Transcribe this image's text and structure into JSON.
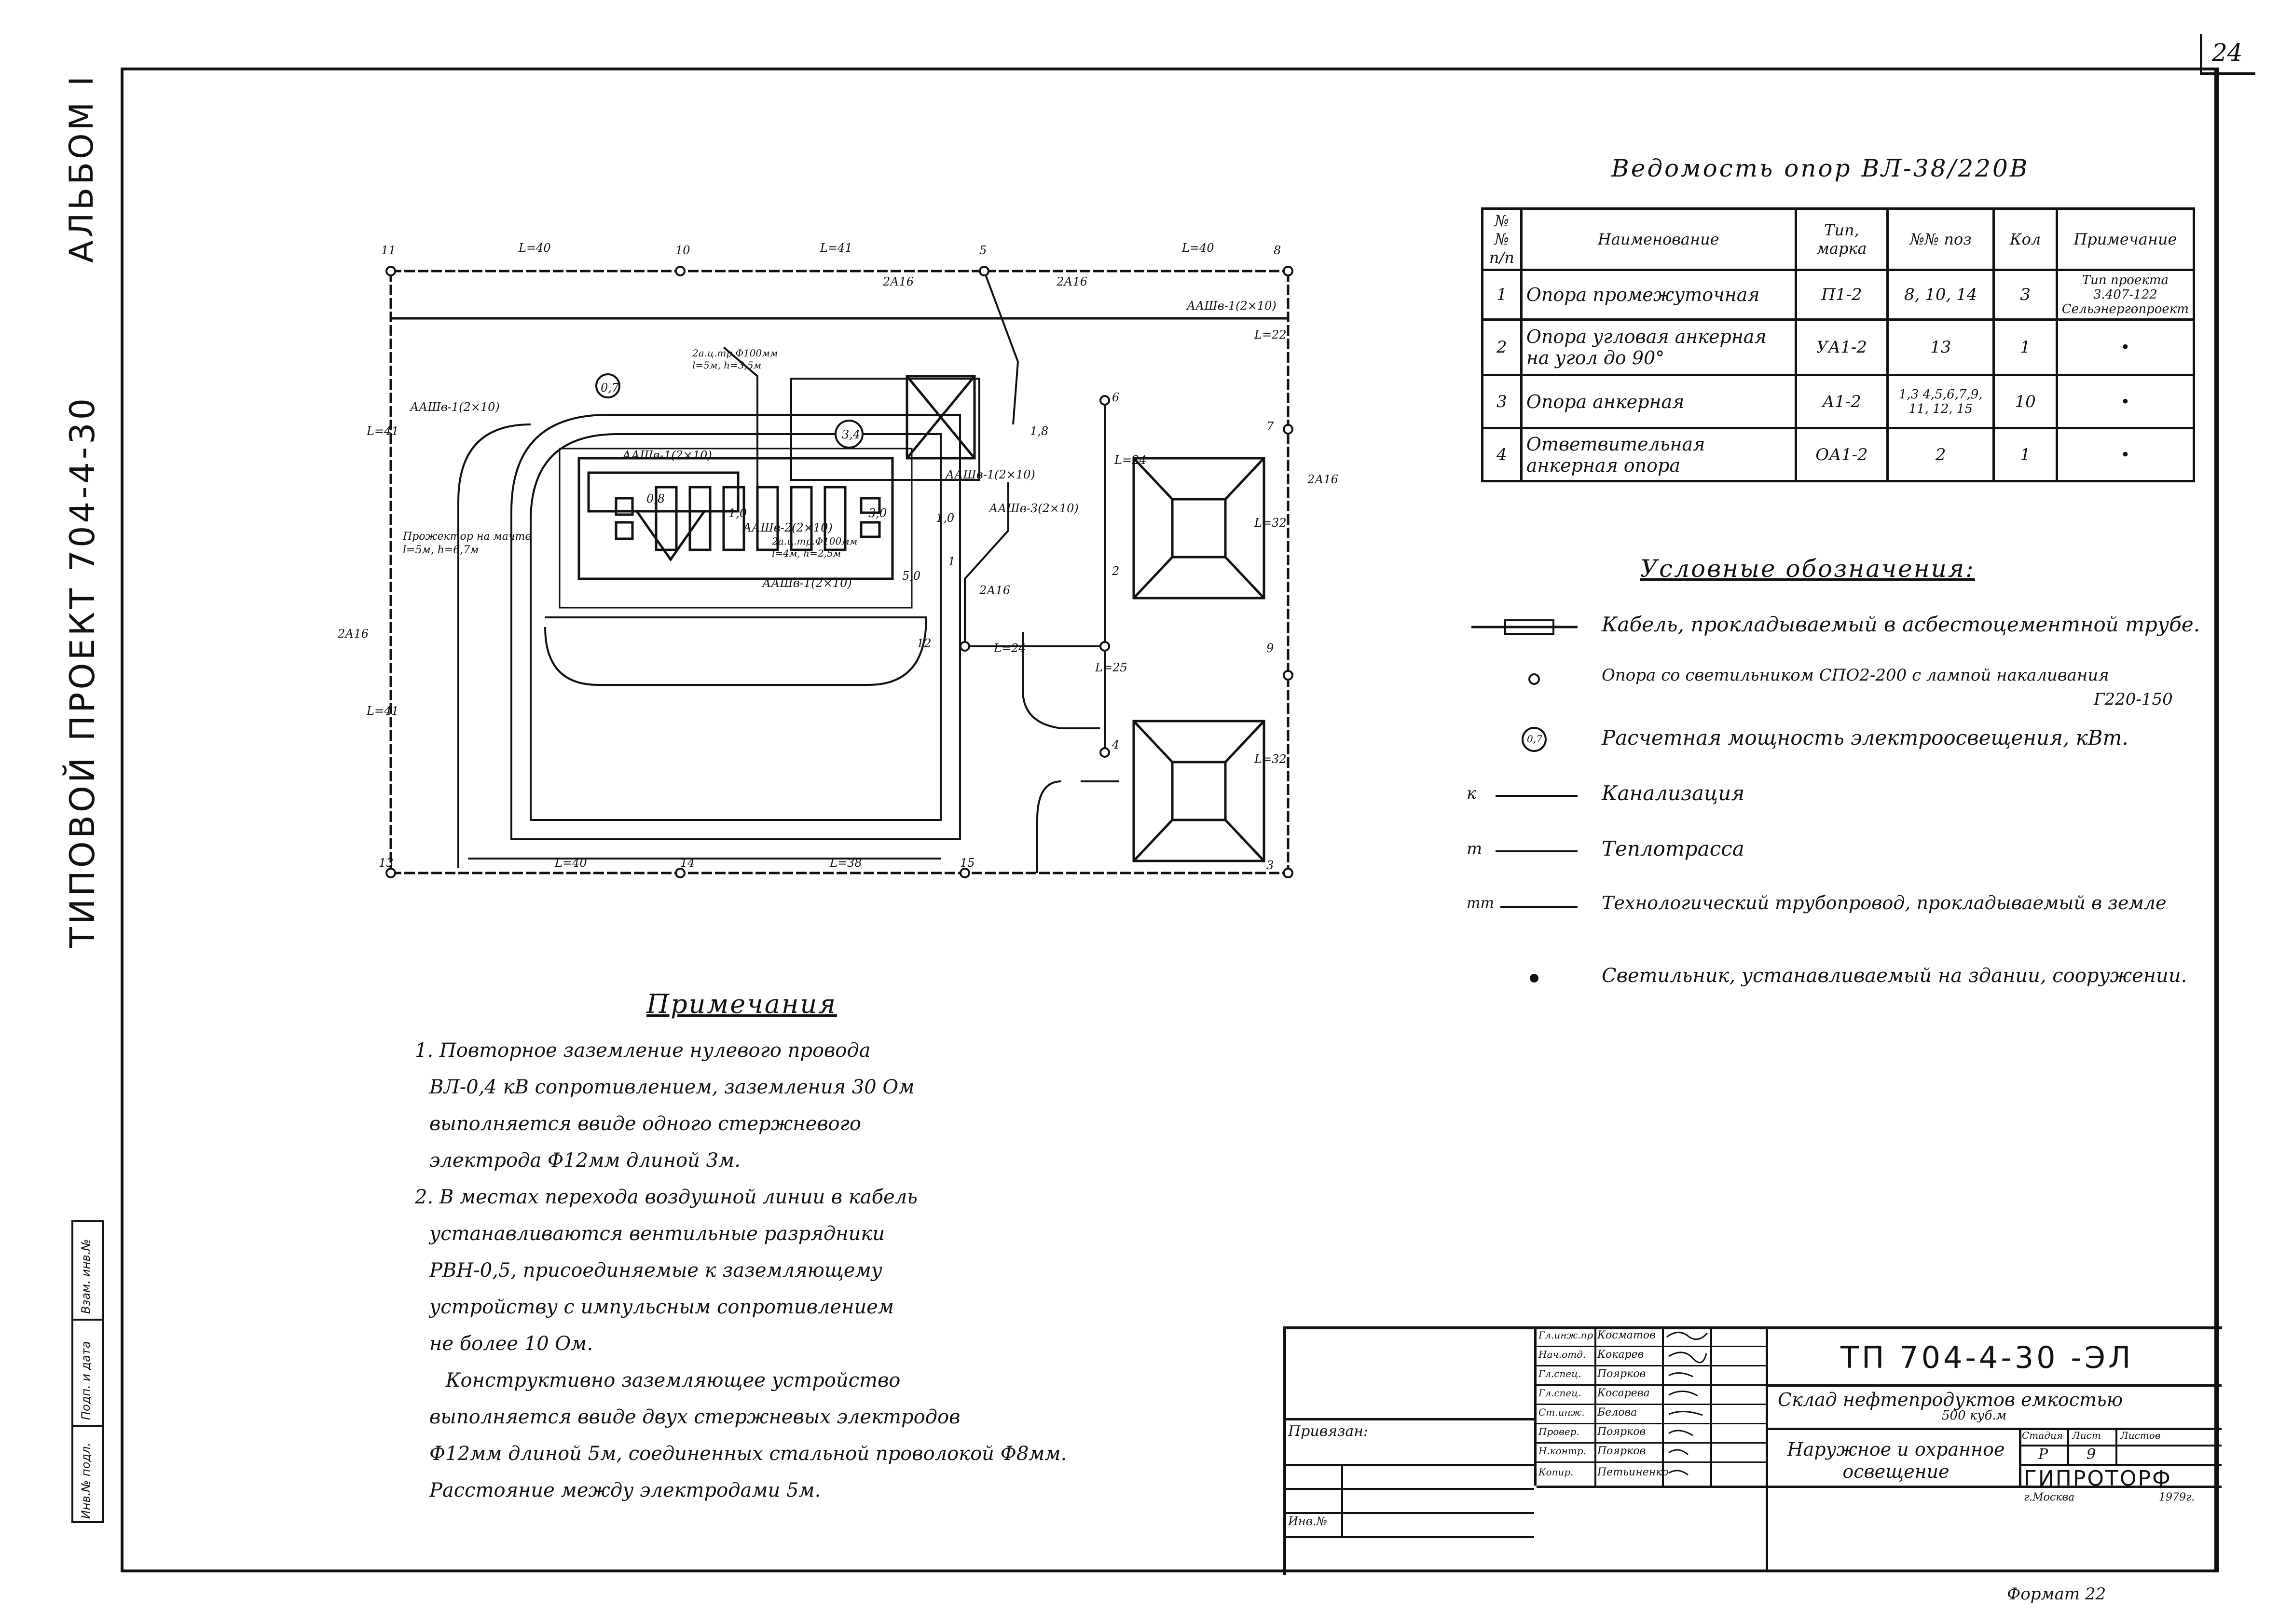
{
  "sheet_number": "24",
  "side": {
    "album": "АЛЬБОМ I",
    "project": "ТИПОВОЙ ПРОЕКТ 704-4-30",
    "margin_table": [
      "Инв.№ подл.",
      "Подп. и дата",
      "Взам. инв.№"
    ]
  },
  "vedomost": {
    "title": "Ведомость опор ВЛ-38/220В",
    "headers": [
      "№№ п/п",
      "Наименование",
      "Тип, марка",
      "№№ поз",
      "Кол",
      "Примечание"
    ],
    "rows": [
      {
        "n": "1",
        "name": "Опора промежуточная",
        "type": "П1-2",
        "pos": "8, 10, 14",
        "qty": "3",
        "note": "Тип проекта 3.407-122 Сельэнергопроект"
      },
      {
        "n": "2",
        "name": "Опора угловая анкерная на угол до 90°",
        "type": "УА1-2",
        "pos": "13",
        "qty": "1",
        "note": "•"
      },
      {
        "n": "3",
        "name": "Опора анкерная",
        "type": "А1-2",
        "pos": "1,3 4,5,6,7,9, 11, 12, 15",
        "qty": "10",
        "note": "•"
      },
      {
        "n": "4",
        "name": "Ответвительная анкерная опора",
        "type": "ОА1-2",
        "pos": "2",
        "qty": "1",
        "note": "•"
      }
    ]
  },
  "legend": {
    "title": "Условные обозначения:",
    "items": [
      {
        "symbol": "cable-tube",
        "text": "Кабель, прокладываемый в асбестоцементной трубе."
      },
      {
        "symbol": "pole-lamp",
        "text": "Опора со светильником СПО2-200 с лампой накаливания",
        "text2": "Г220-150"
      },
      {
        "symbol": "power-circle",
        "symbol_label": "0,7",
        "text": "Расчетная мощность электроосвещения, кВт."
      },
      {
        "symbol": "line-k",
        "symbol_label": "к",
        "text": "Канализация"
      },
      {
        "symbol": "line-t",
        "symbol_label": "т",
        "text": "Теплотрасса"
      },
      {
        "symbol": "line-tt",
        "symbol_label": "тт",
        "text": "Технологический трубопровод, прокладываемый в земле"
      },
      {
        "symbol": "dot",
        "text": "Светильник, устанавливаемый на здании, сооружении."
      }
    ]
  },
  "notes": {
    "title": "Примечания",
    "lines": [
      "1. Повторное заземление нулевого провода",
      "ВЛ-0,4 кВ сопротивлением, заземления 30 Ом",
      "выполняется ввиде одного стержневого",
      "электрода Ф12мм длиной 3м.",
      "2. В местах перехода воздушной линии в кабель",
      "устанавливаются вентильные разрядники",
      "РВН-0,5, присоединяемые к заземляющему",
      "устройству с импульсным сопротивлением",
      "не более 10 Ом.",
      "     Конструктивно заземляющее устройство",
      "выполняется ввиде двух стержневых электродов",
      "Ф12мм длиной 5м, соединенных стальной проволокой Ф8мм.",
      "Расстояние между электродами 5м."
    ]
  },
  "plan": {
    "spans": [
      "L=40",
      "L=41",
      "L=40",
      "L=41",
      "L=41",
      "L=24",
      "L=24",
      "L=25",
      "L=32",
      "L=32",
      "L=40",
      "L=38",
      "L=22"
    ],
    "poles": [
      "1",
      "2",
      "3",
      "4",
      "5",
      "6",
      "7",
      "8",
      "9",
      "10",
      "11",
      "12",
      "13",
      "14",
      "15"
    ],
    "cable_labels": [
      "2А16",
      "2А16",
      "2А16",
      "2А16",
      "2А16"
    ],
    "avv_labels": [
      "ААШв-1(2×10)",
      "ААШв-1(2×10)",
      "ААШв-1(2×10)",
      "ААШв-1(2×10)",
      "ААШв-2(2×10)",
      "ААШв-3(2×10)",
      "ААШв-1(2×10)"
    ],
    "power_marks": [
      "0,7",
      "3,4"
    ],
    "misc": [
      "0,8",
      "1,0",
      "1,0",
      "3,0",
      "1,8",
      "5,0"
    ],
    "tube_notes": [
      "2а.ц.тр.Ф100мм",
      "l=5м, h=3,5м",
      "2а.ц.тр.Ф100мм",
      "l=4м, h=2,5м"
    ],
    "prozhektor": [
      "Прожектор на мачте",
      "l=5м, h=6,7м"
    ]
  },
  "stamp": {
    "doc_code": "ТП 704-4-30 -ЭЛ",
    "object": "Склад нефтепродуктов емкостью",
    "object2": "500 куб.м",
    "sheet_title": "Наружное и охранное освещение",
    "org": "ГИПРОТОРФ",
    "city": "г.Москва",
    "year": "1979г.",
    "stage_headers": [
      "Стадия",
      "Лист",
      "Листов"
    ],
    "stage_values": [
      "Р",
      "9",
      ""
    ],
    "privyazan": "Привязан:",
    "inv": "Инв.№",
    "signers": [
      {
        "role": "Гл.инж.пр.",
        "name": "Косматов"
      },
      {
        "role": "Нач.отд.",
        "name": "Кокарев"
      },
      {
        "role": "Гл.спец.",
        "name": "Поярков"
      },
      {
        "role": "Гл.спец.",
        "name": "Косарева"
      },
      {
        "role": "Ст.инж.",
        "name": "Белова"
      },
      {
        "role": "Провер.",
        "name": "Поярков"
      },
      {
        "role": "Н.контр.",
        "name": "Поярков"
      },
      {
        "role": "Копир.",
        "name": "Петьиненко"
      }
    ],
    "format": "Формат 22"
  }
}
